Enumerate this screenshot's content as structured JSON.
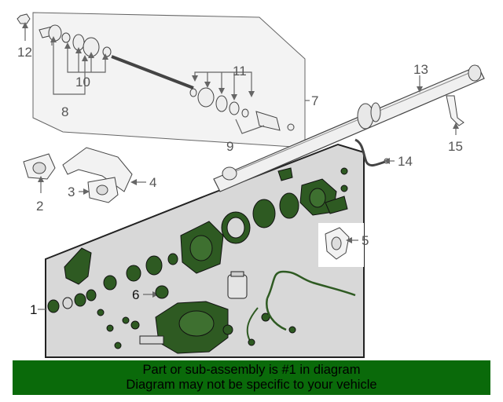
{
  "callouts": {
    "c1": "1",
    "c2": "2",
    "c3": "3",
    "c4": "4",
    "c5": "5",
    "c6": "6",
    "c7": "7",
    "c8": "8",
    "c9": "9",
    "c10": "10",
    "c11": "11",
    "c12": "12",
    "c13": "13",
    "c14": "14",
    "c15": "15"
  },
  "banner": {
    "line1": "Part or sub-assembly is #1 in diagram",
    "line2": "Diagram may not be specific to your vehicle"
  },
  "colors": {
    "panel": "#f2f2f2",
    "highlight_panel": "#d9d9d9",
    "highlight_part": "#2e5a22",
    "banner": "#0a6a0a"
  }
}
